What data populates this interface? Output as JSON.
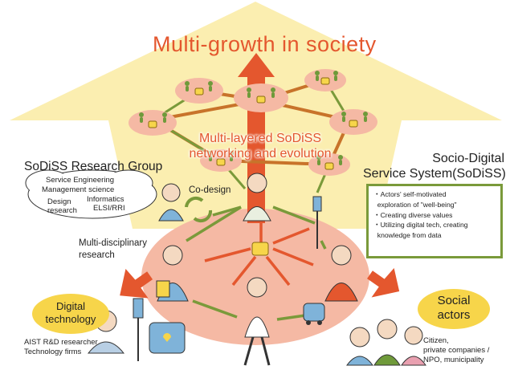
{
  "title": "Multi-growth in society",
  "center": {
    "line1": "Multi-layered SoDiSS",
    "line2": "networking and evolution"
  },
  "research_group": {
    "heading": "SoDiSS Research Group",
    "cloud_items": [
      "Service Engineering",
      "Management science",
      "Informatics",
      "Design",
      "research",
      "ELSI/RRI"
    ]
  },
  "codesign": "Co-design",
  "multidisciplinary": {
    "line1": "Multi-disciplinary",
    "line2": "research"
  },
  "sodiss": {
    "line1": "Socio-Digital",
    "line2": "Service System(SoDiSS)",
    "bullets": [
      "・Actors' self-motivated",
      "  exploration of \"well-being\"",
      "・Creating diverse values",
      "・Utilizing digital tech, creating",
      "  knowledge from data"
    ]
  },
  "digital_tech": {
    "pill_line1": "Digital",
    "pill_line2": "technology",
    "caption_line1": "AIST R&D researcher",
    "caption_line2": "Technology firms"
  },
  "social_actors": {
    "pill_line1": "Social",
    "pill_line2": "actors",
    "caption_line1": "Citizen,",
    "caption_line2": "private companies /",
    "caption_line3": "NPO, municipality"
  },
  "colors": {
    "triangle": "#fbeeb0",
    "oval": "#f5b9a4",
    "red": "#e4572e",
    "olive": "#7a9a3a",
    "brown": "#c8732a",
    "yellow": "#f7d54a",
    "green_node": "#6f9a3a"
  }
}
